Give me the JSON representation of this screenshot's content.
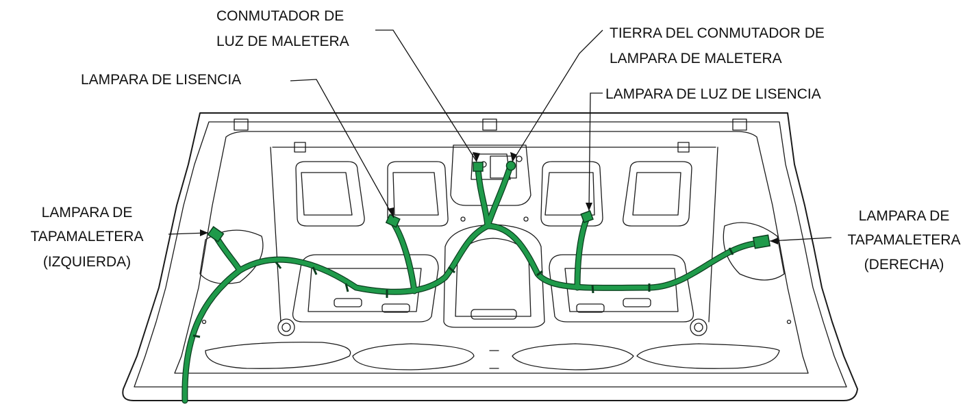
{
  "labels": {
    "trunk_switch_line1": "CONMUTADOR DE",
    "trunk_switch_line2": "LUZ DE MALETERA",
    "ground_line1": "TIERRA DEL CONMUTADOR DE",
    "ground_line2": "LAMPARA DE MALETERA",
    "license_lamp_left": "LAMPARA DE LISENCIA",
    "license_lamp_right": "LAMPARA DE LUZ DE LISENCIA",
    "lid_lamp_left_line1": "LAMPARA DE",
    "lid_lamp_left_line2": "TAPAMALETERA",
    "lid_lamp_left_line3": "(IZQUIERDA)",
    "lid_lamp_right_line1": "LAMPARA DE",
    "lid_lamp_right_line2": "TAPAMALETERA",
    "lid_lamp_right_line3": "(DERECHA)"
  },
  "colors": {
    "harness": "#1f9a4a",
    "harness_outline": "#0b3d1e",
    "line_art": "#1a1a1a"
  }
}
